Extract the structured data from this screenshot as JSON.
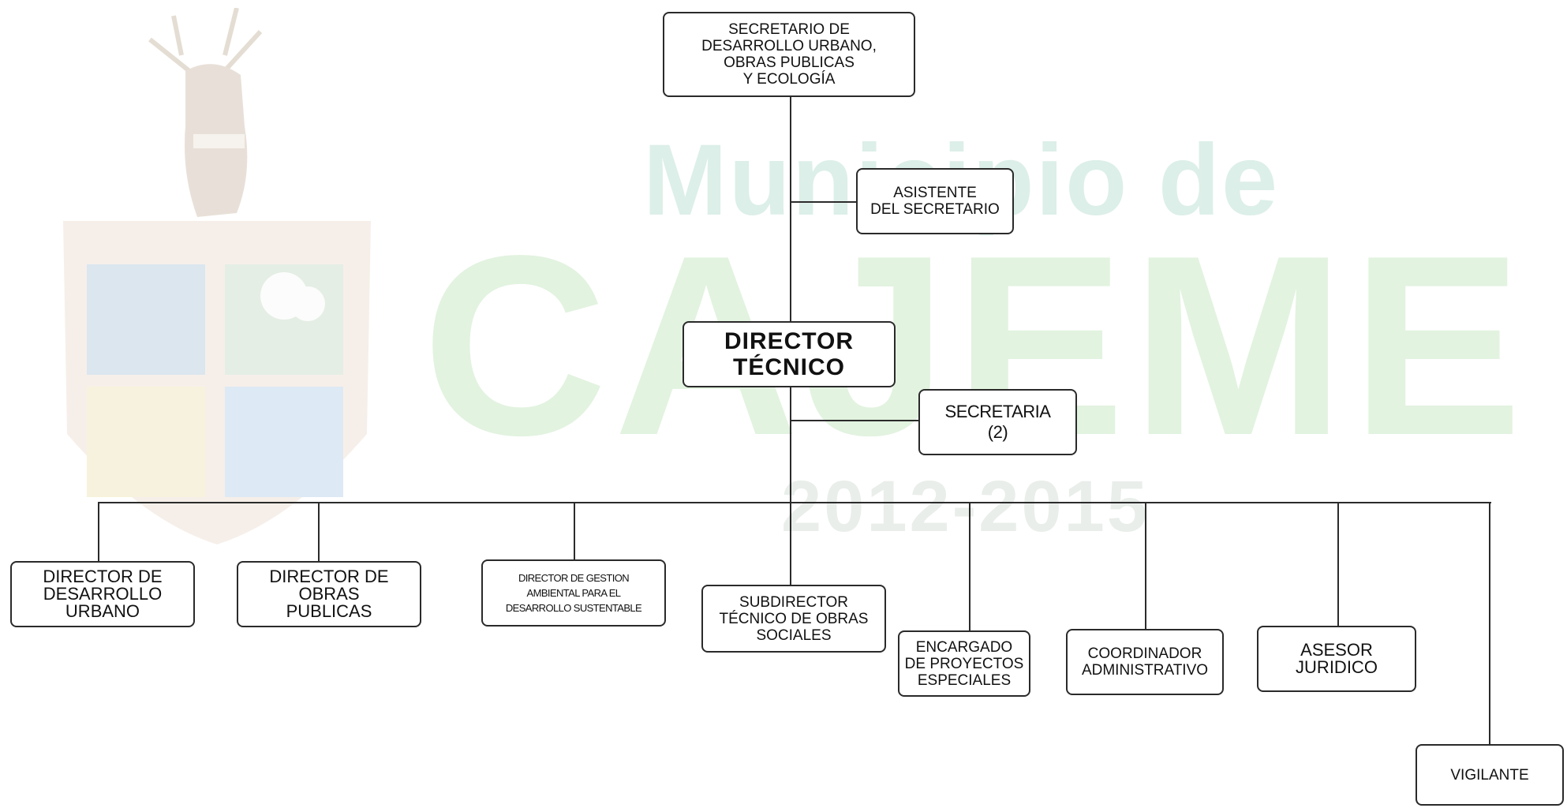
{
  "watermark": {
    "line1": "Municipio de",
    "line2": "CAJEME",
    "line3": "2012-2015"
  },
  "org": {
    "secretario": "SECRETARIO DE\nDESARROLLO URBANO,\nOBRAS PUBLICAS\nY ECOLOGÍA",
    "asistente": "ASISTENTE\nDEL SECRETARIO",
    "director_tecnico": "DIRECTOR\nTÉCNICO",
    "secretaria": "SECRETARIA\n(2)",
    "dir_desarrollo": "DIRECTOR DE\nDESARROLLO\nURBANO",
    "dir_obras": "DIRECTOR DE\nOBRAS\nPUBLICAS",
    "dir_gestion": "DIRECTOR DE GESTION\nAMBIENTAL PARA EL\nDESARROLLO SUSTENTABLE",
    "subdirector": "SUBDIRECTOR\nTÉCNICO DE OBRAS\nSOCIALES",
    "encargado": "ENCARGADO\nDE PROYECTOS\nESPECIALES",
    "coordinador": "COORDINADOR\nADMINISTRATIVO",
    "asesor": "ASESOR\nJURIDICO",
    "vigilante": "VIGILANTE"
  }
}
